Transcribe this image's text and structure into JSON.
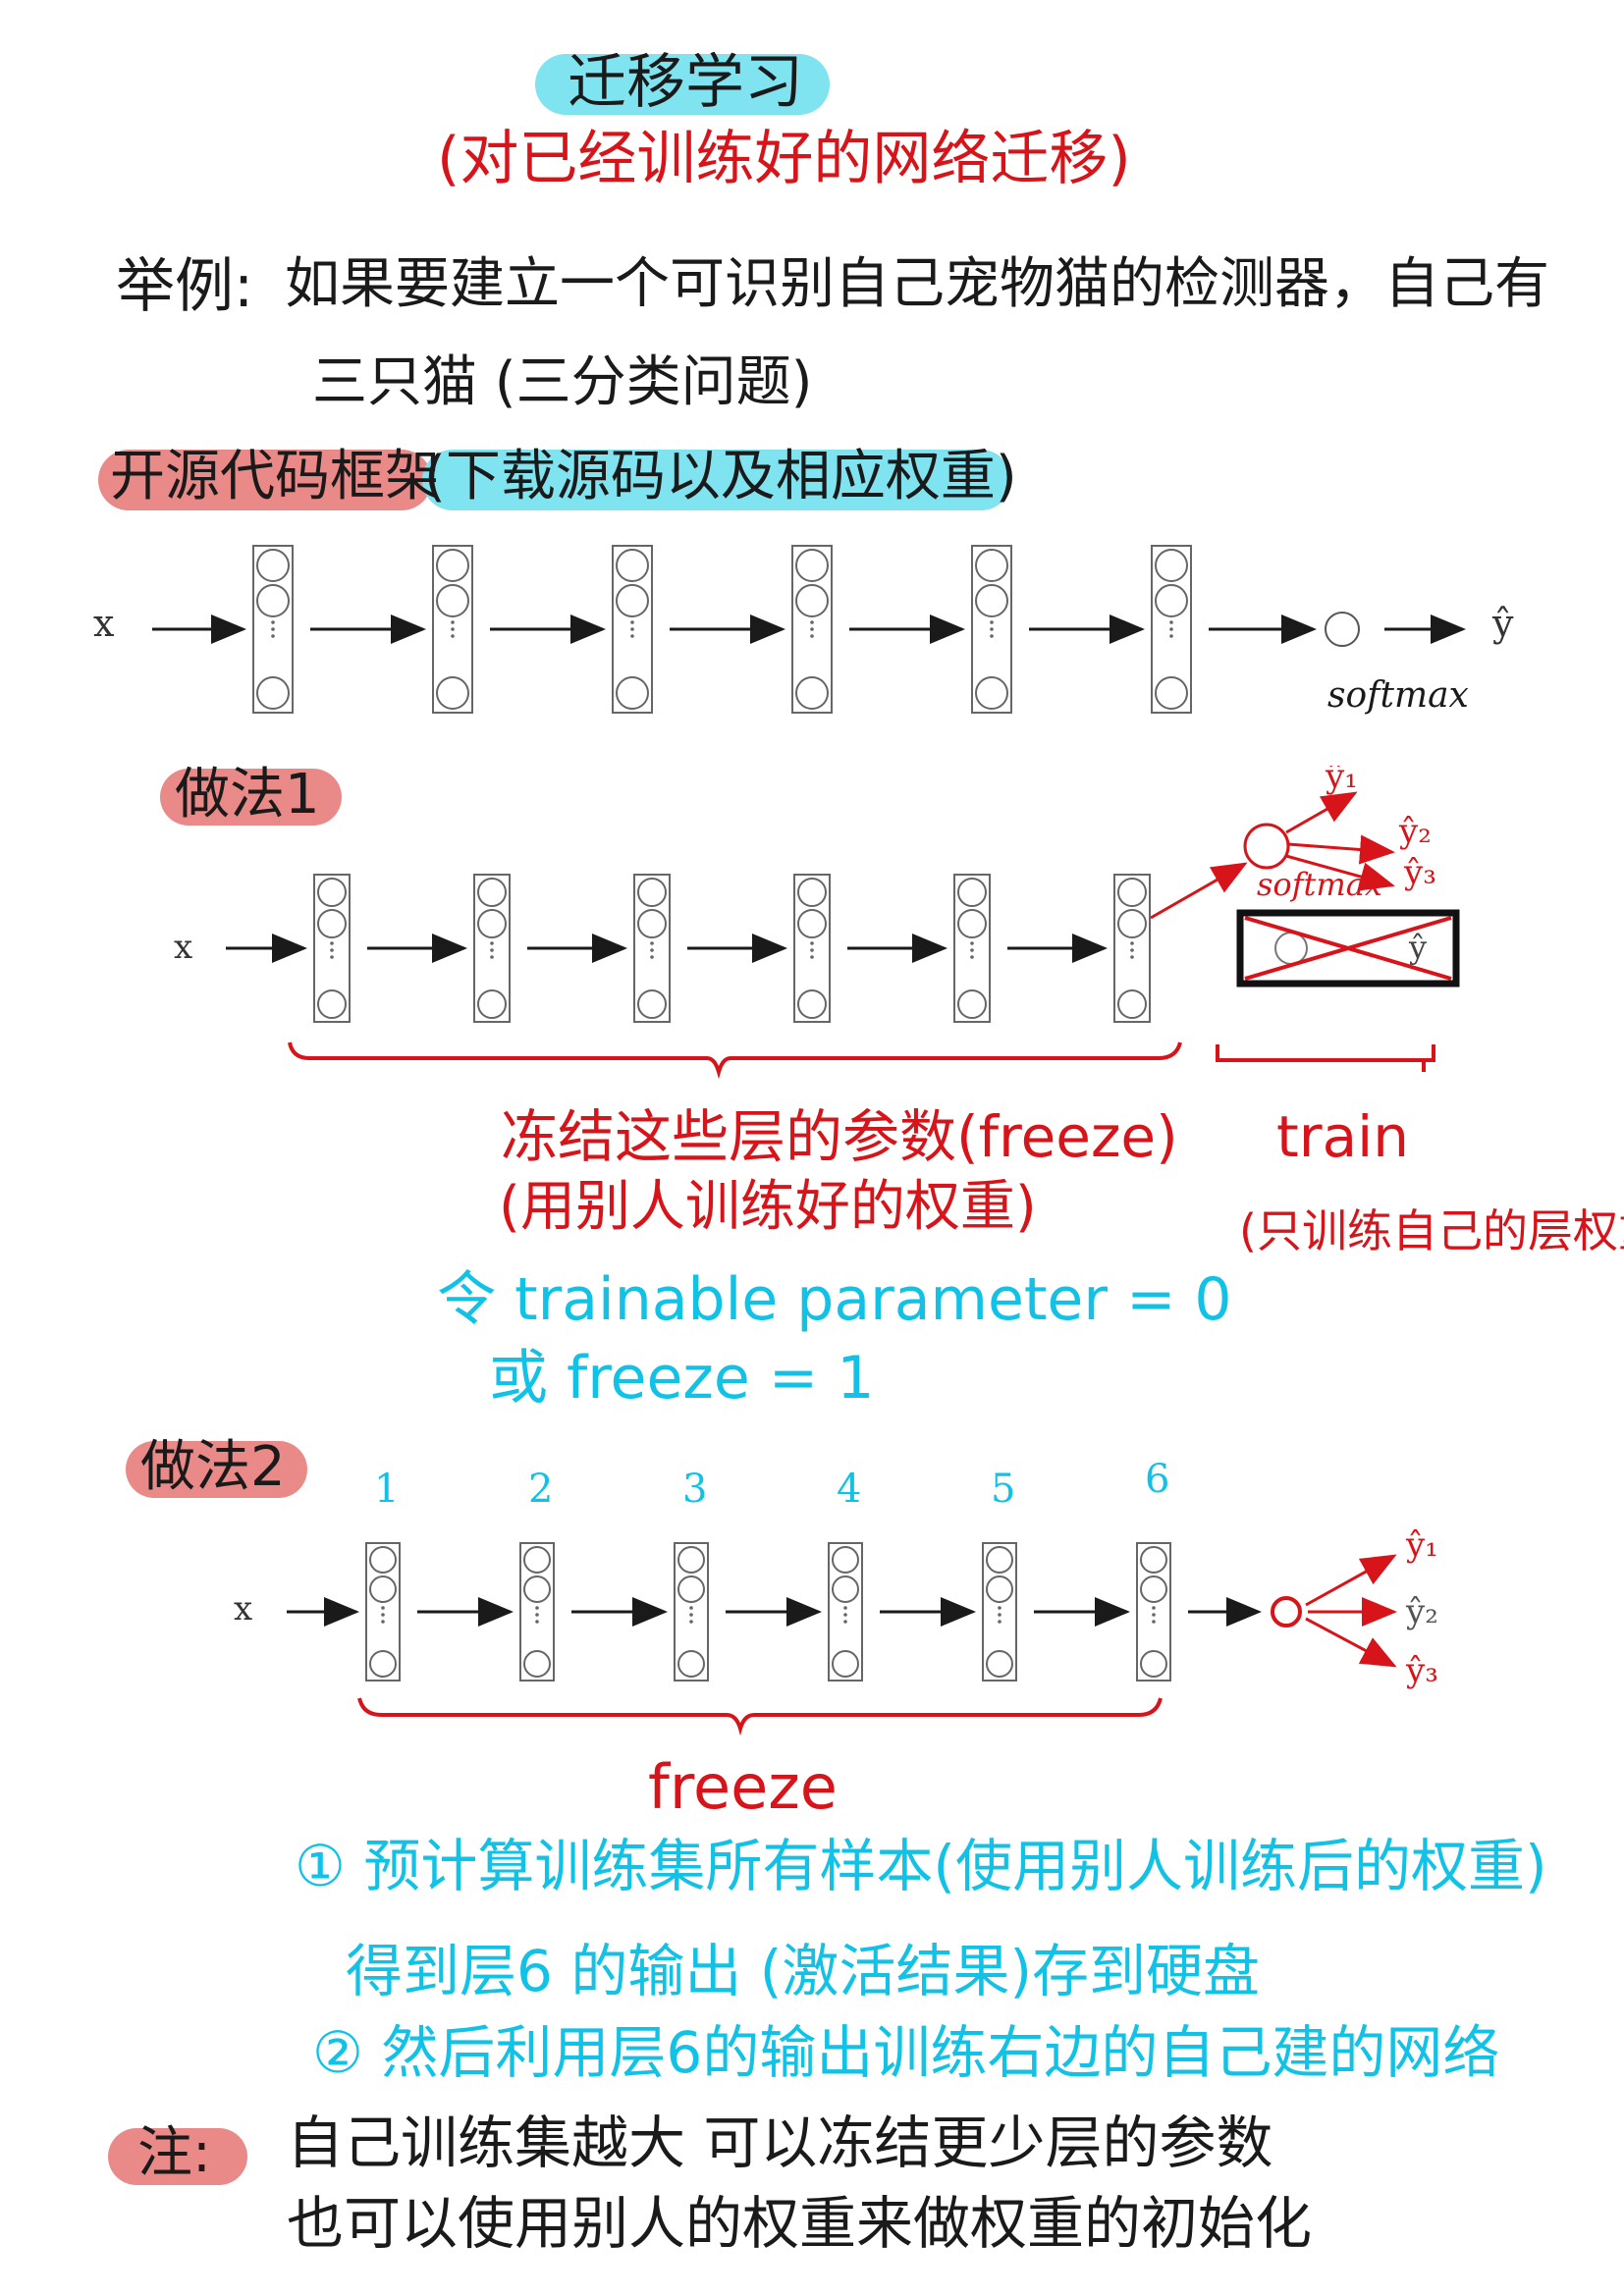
{
  "title": "迁移学习",
  "subtitle": "(对已经训练好的网络迁移)",
  "example": {
    "label": "举例:",
    "line1": "如果要建立一个可识别自己宠物猫的检测器，自己有",
    "line2": "三只猫 (三分类问题)"
  },
  "open_source": {
    "label": "开源代码框架",
    "note": "(下载源码以及相应权重)"
  },
  "network": {
    "input": "x",
    "output": "ŷ",
    "softmax": "softmax",
    "layer_count": 6
  },
  "method1": {
    "label": "做法1",
    "softmax": "softmax",
    "y1": "ŷ₁",
    "y2": "ŷ₂",
    "y3": "ŷ₃",
    "freeze_text": "冻结这些层的参数(freeze)",
    "freeze_sub": "(用别人训练好的权重)",
    "train_text": "train",
    "train_sub": "(只训练自己的层权重)",
    "param_line1": "令 trainable parameter = 0",
    "param_line2": "或 freeze = 1"
  },
  "method2": {
    "label": "做法2",
    "layer_numbers": [
      "1",
      "2",
      "3",
      "4",
      "5",
      "6"
    ],
    "y1": "ŷ₁",
    "y2": "ŷ₂",
    "y3": "ŷ₃",
    "freeze_text": "freeze",
    "step1_line1": "① 预计算训练集所有样本(使用别人训练后的权重)",
    "step1_line2": "得到层6 的输出 (激活结果)存到硬盘",
    "step2": "② 然后利用层6的输出训练右边的自己建的网络"
  },
  "note": {
    "label": "注:",
    "line1": "自己训练集越大 可以冻结更少层的参数",
    "line2": "也可以使用别人的权重来做权重的初始化"
  },
  "colors": {
    "ink": "#1a1a1a",
    "red": "#d7141a",
    "cyan": "#12c2e6",
    "highlight_cyan": "#7fe3f0",
    "highlight_red": "#ea8a88"
  }
}
